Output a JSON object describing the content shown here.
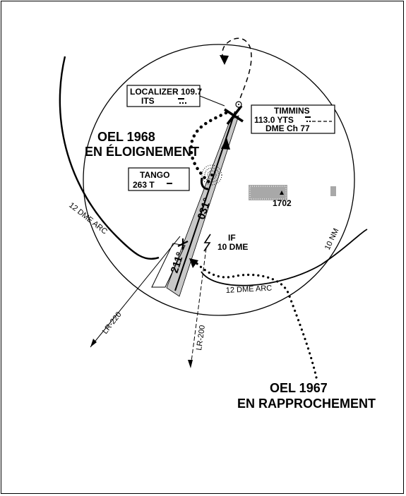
{
  "colors": {
    "ink": "#000000",
    "paper": "#ffffff",
    "stipple": "#9a9a9a"
  },
  "labels": {
    "oel1968": {
      "line1": "OEL 1968",
      "line2": "EN ÉLOIGNEMENT"
    },
    "oel1967": {
      "line1": "OEL 1967",
      "line2": "EN RAPPROCHEMENT"
    },
    "localizer": {
      "line1": "LOCALIZER 109.7",
      "ident": "ITS"
    },
    "timmins": {
      "name": "TIMMINS",
      "freq": "113.0  YTS",
      "dme": "DME  Ch 77"
    },
    "tango": {
      "name": "TANGO",
      "freq": "263 T"
    },
    "if": {
      "line1": "IF",
      "line2": "10 DME"
    },
    "elevation": "1702",
    "ten_nm": "10 NM",
    "dme_arc_west": "12 DME ARC",
    "dme_arc_south": "12 DME ARC",
    "lr220": "LR-220",
    "lr200": "LR-200",
    "course_out": "031°",
    "course_in": "211°"
  }
}
